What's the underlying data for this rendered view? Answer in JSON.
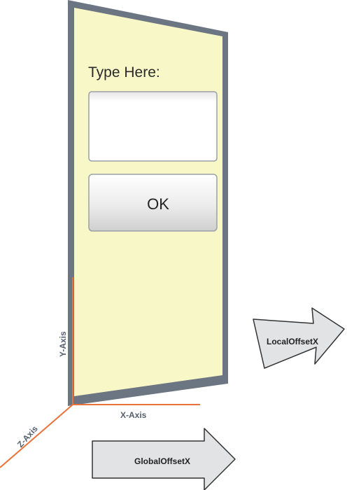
{
  "panel": {
    "title": "Type Here:",
    "input_value": "",
    "button_label": "OK",
    "fill_color": "#f8f7c8",
    "frame_color": "#6c7582"
  },
  "axes": {
    "x_label": "X-Axis",
    "y_label": "Y-Axis",
    "z_label": "Z-Axis",
    "line_color": "#e8733a",
    "label_color": "#55606e"
  },
  "arrows": {
    "local_offset": "LocalOffsetX",
    "global_offset": "GlobalOffsetX",
    "fill_color": "#e2e3e5",
    "stroke_color": "#333333"
  }
}
